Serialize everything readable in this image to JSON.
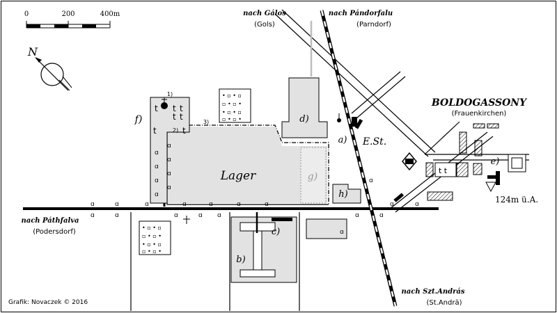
{
  "scale_bar": {
    "ticks": [
      "0",
      "200",
      "400m"
    ]
  },
  "north_label": "N",
  "destinations": {
    "north_left": {
      "name": "nach Gálos",
      "alt": "(Gols)"
    },
    "north_right": {
      "name": "nach Pándorfalu",
      "alt": "(Parndorf)"
    },
    "west": {
      "name": "nach Páthfalva",
      "alt": "(Podersdorf)"
    },
    "south": {
      "name": "nach Szt.András",
      "alt": "(St.Andrä)"
    }
  },
  "town": {
    "name": "BOLDOGASSONY",
    "alt": "(Frauenkirchen)"
  },
  "elevation": "124m ü.A.",
  "areas": {
    "a": "a)",
    "b": "b)",
    "c": "c)",
    "d": "d)",
    "e": "e)",
    "f": "f)",
    "g": "g)",
    "h": "h)",
    "lager": "Lager",
    "station": "E.St."
  },
  "markers": {
    "one": "1)",
    "two": "2)",
    "three": "3)"
  },
  "credit": "Grafik: Novaczek © 2016",
  "colors": {
    "fill": "#e2e2e2",
    "road": "#000000",
    "light_fill": "#ececec"
  }
}
